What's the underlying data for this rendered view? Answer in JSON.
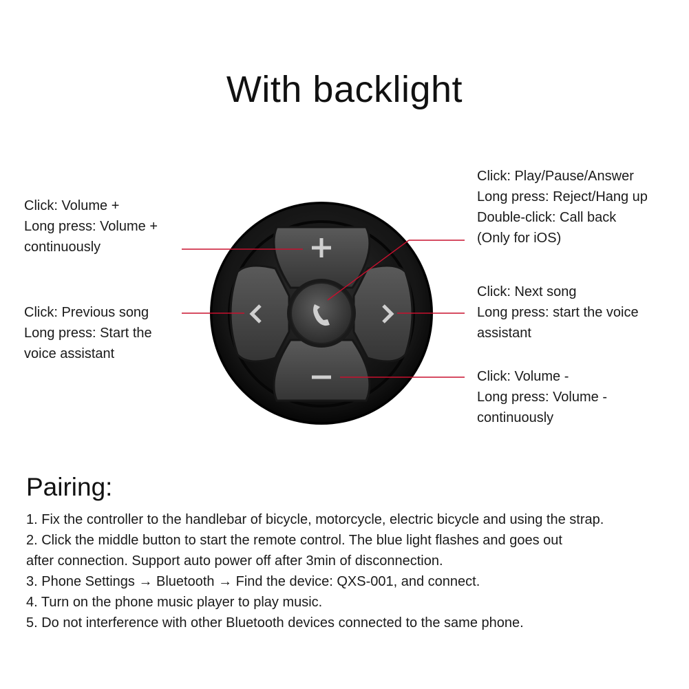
{
  "title": "With backlight",
  "callouts": {
    "volume_up": [
      "Click: Volume +",
      "Long press: Volume +",
      "continuously"
    ],
    "previous": [
      "Click: Previous song",
      "Long press: Start the",
      "voice assistant"
    ],
    "play": [
      "Click: Play/Pause/Answer",
      "Long press: Reject/Hang up",
      "Double-click: Call back",
      "(Only for iOS)"
    ],
    "next": [
      "Click: Next song",
      "Long press: start the voice",
      "assistant"
    ],
    "volume_down": [
      "Click: Volume -",
      "Long press: Volume -",
      "continuously"
    ]
  },
  "icons": {
    "up": "plus-icon",
    "down": "minus-icon",
    "left": "chevron-left-icon",
    "right": "chevron-right-icon",
    "center": "phone-icon"
  },
  "colors": {
    "leader_line": "#c8102e",
    "device_body": "#1c1c1c",
    "button_face": "#4a4a4a",
    "icon": "#cfcfcf"
  },
  "pairing": {
    "title": "Pairing:",
    "lines": [
      "1. Fix the controller to the handlebar of bicycle, motorcycle, electric bicycle and using the strap.",
      "2. Click the middle button to start the remote control. The blue light flashes and goes out",
      "after connection. Support auto power off after 3min of disconnection.",
      "3. Phone Settings → Bluetooth → Find the device: QXS-001, and connect.",
      "4. Turn on the phone music player to play music.",
      "5. Do not interference with other Bluetooth devices connected to the same phone."
    ]
  }
}
